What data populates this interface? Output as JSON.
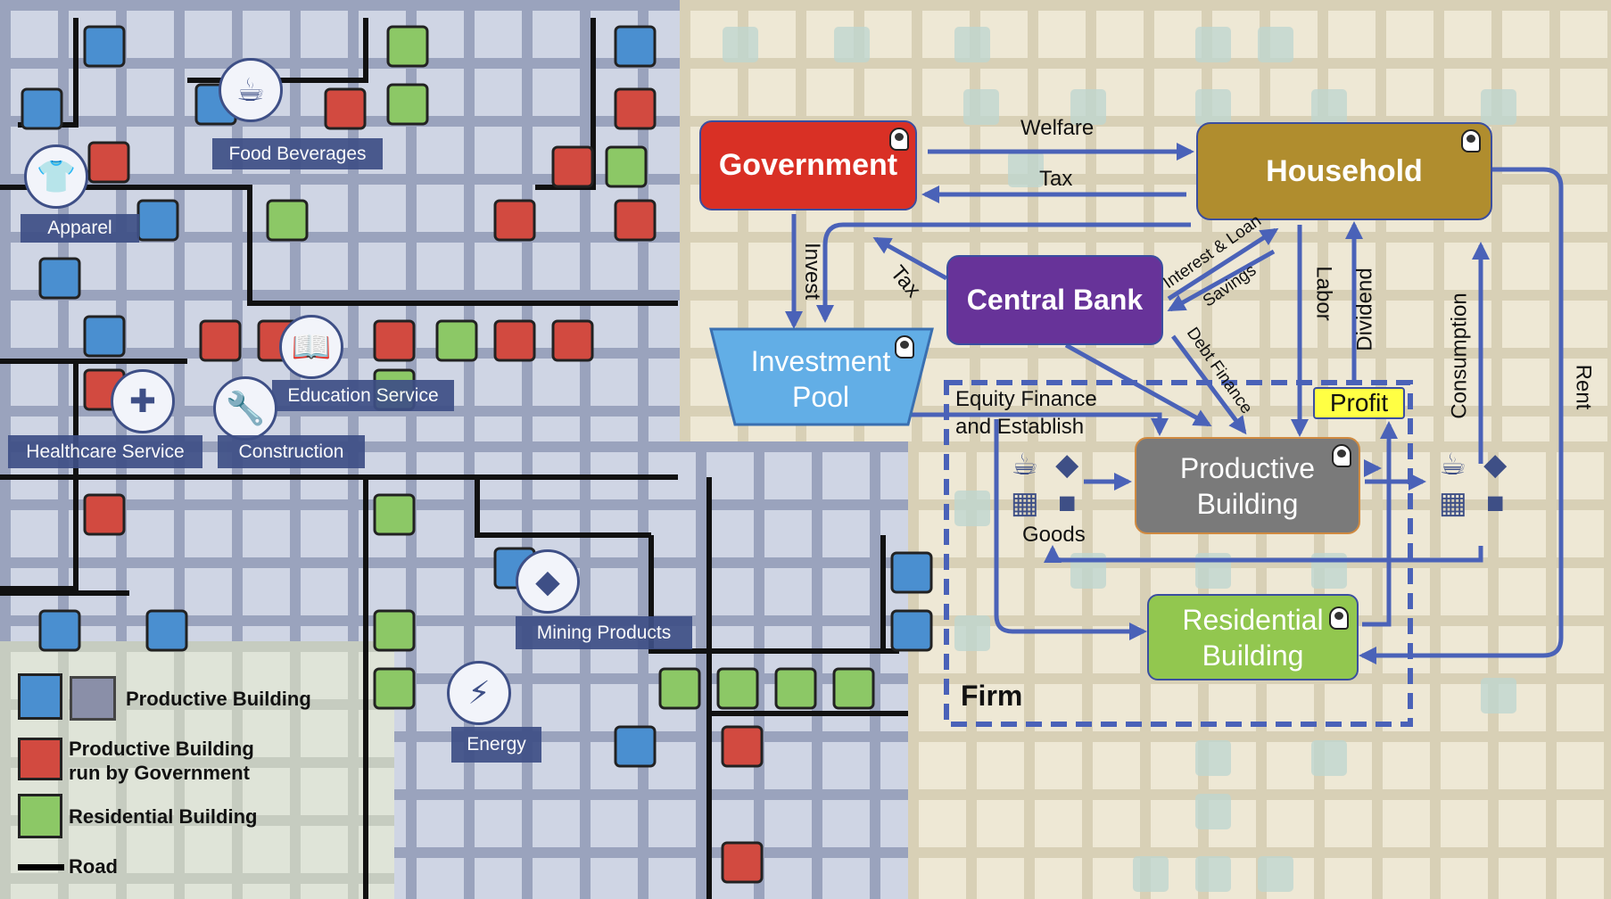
{
  "map": {
    "labels": {
      "food_beverages": "Food Beverages",
      "apparel": "Apparel",
      "education_service": "Education Service",
      "healthcare_service": "Healthcare Service",
      "construction": "Construction",
      "mining_products": "Mining Products",
      "energy": "Energy"
    }
  },
  "legend": {
    "productive_building": "Productive Building",
    "productive_building_gov": "Productive Building",
    "productive_building_gov_2": "run by Government",
    "residential_building": "Residential Building",
    "road": "Road"
  },
  "diagram": {
    "nodes": {
      "government": "Government",
      "household": "Household",
      "central_bank": "Central Bank",
      "investment_pool_1": "Investment",
      "investment_pool_2": "Pool",
      "productive_building_1": "Productive",
      "productive_building_2": "Building",
      "residential_building_1": "Residential",
      "residential_building_2": "Building",
      "profit": "Profit",
      "firm": "Firm",
      "goods": "Goods"
    },
    "flows": {
      "welfare": "Welfare",
      "tax_household": "Tax",
      "invest": "Invest",
      "tax_bank": "Tax",
      "interest_loan": "Interest & Loan",
      "savings": "Savings",
      "debt_finance": "Debt Finance",
      "labor": "Labor",
      "dividend": "Dividend",
      "consumption": "Consumption",
      "rent": "Rent",
      "equity_1": "Equity Finance",
      "equity_2": "and Establish"
    },
    "colors": {
      "government": "#d93025",
      "household": "#b08d2e",
      "central_bank": "#673399",
      "investment_pool": "#62aee6",
      "productive_building": "#7a7a7a",
      "residential_building": "#92c74f",
      "profit": "#ffff44",
      "arrow": "#4a62b8"
    }
  }
}
